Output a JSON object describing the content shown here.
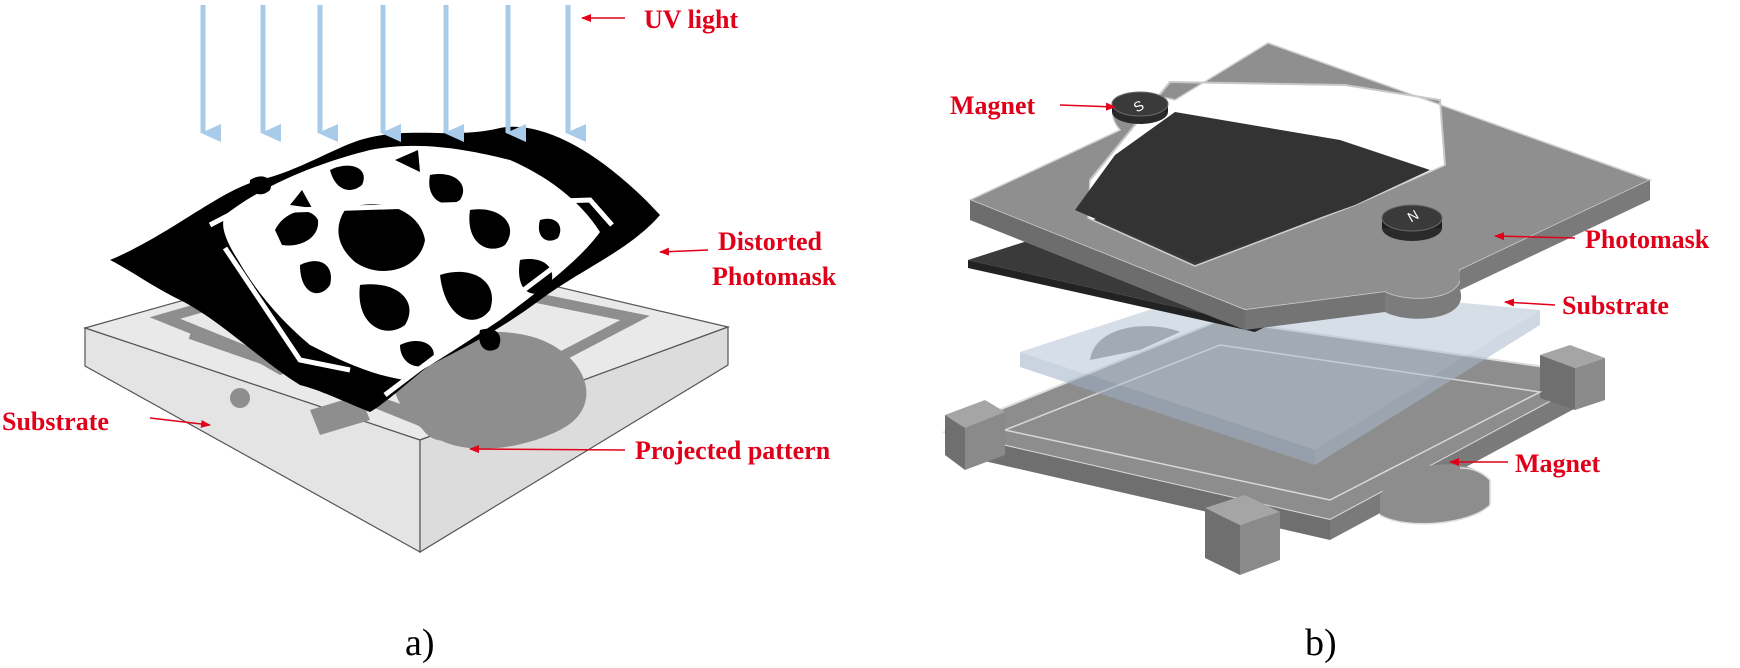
{
  "panel_a": {
    "labels": {
      "uv_light": "UV light",
      "distorted_line1": "Distorted",
      "distorted_line2": "Photomask",
      "substrate": "Substrate",
      "projected_pattern": "Projected pattern"
    },
    "caption": "a)"
  },
  "panel_b": {
    "labels": {
      "magnet_top": "Magnet",
      "photomask": "Photomask",
      "substrate": "Substrate",
      "magnet_bottom": "Magnet"
    },
    "magnet_poles": {
      "top_left": "S",
      "top_right": "N"
    },
    "caption": "b)"
  },
  "colors": {
    "label_red": "#e0001a",
    "uv_arrow": "#a9cbea",
    "mask_black": "#000000",
    "frame_gray": "#8a8a8a",
    "frame_dark": "#6f6f6f",
    "photomask_dark": "#3a3a3a",
    "substrate_blue": "#b4c3d6"
  }
}
